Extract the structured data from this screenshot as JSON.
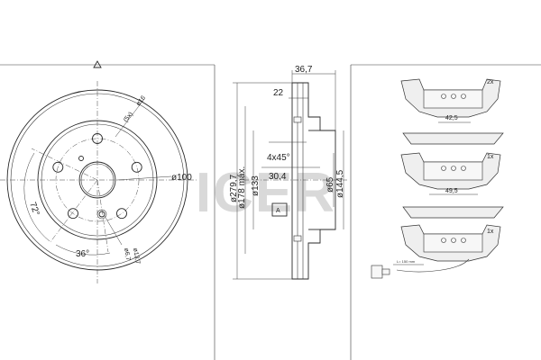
{
  "brand": {
    "watermark": "ICER"
  },
  "disc_front": {
    "labels": {
      "bolt": "(5x)",
      "bolt_dia": "ø16",
      "center_dia": "ø100",
      "angle_72": "72°",
      "angle_36": "36°",
      "hole_67": "ø6,7",
      "hole_137": "ø13,7"
    }
  },
  "disc_section": {
    "labels": {
      "total_height": "36,7",
      "hat_height": "22",
      "chamfer": "4x45°",
      "hub_thickness": "30,4",
      "ref_a": "A",
      "d_outer": "ø279,7",
      "d_min": "ø178 máx.",
      "d_133": "ø133",
      "d_65": "ø65",
      "d_1445": "ø144,5"
    }
  },
  "pads": {
    "qty_1": "2x",
    "qty_2": "1x",
    "qty_3": "1x",
    "width_1": "42,5",
    "width_2": "49,5",
    "sensor_length": "L= 150 mm"
  }
}
